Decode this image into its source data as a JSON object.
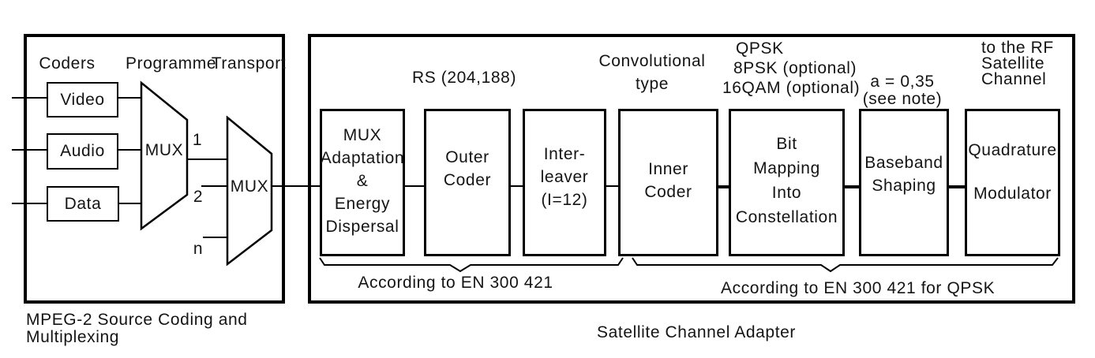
{
  "left_panel": {
    "header": {
      "coders": "Coders",
      "programme": "Programme",
      "transport": "Transport"
    },
    "coder_boxes": [
      {
        "label": "Video"
      },
      {
        "label": "Audio"
      },
      {
        "label": "Data"
      }
    ],
    "programme_mux": {
      "label": "MUX"
    },
    "transport_mux": {
      "label": "MUX",
      "input_labels": [
        "1",
        "2",
        "n"
      ]
    },
    "caption": {
      "line1": "MPEG-2 Source Coding and",
      "line2": "Multiplexing"
    }
  },
  "right_panel": {
    "blocks": [
      {
        "lines": [
          "MUX",
          "Adaptation",
          "&",
          "Energy",
          "Dispersal"
        ]
      },
      {
        "lines": [
          "Outer",
          "Coder"
        ]
      },
      {
        "lines": [
          "Inter-",
          "leaver",
          "(I=12)"
        ]
      },
      {
        "lines": [
          "Inner",
          "Coder"
        ]
      },
      {
        "lines": [
          "Bit",
          "Mapping",
          "Into",
          "Constellation"
        ]
      },
      {
        "lines": [
          "Baseband",
          "Shaping"
        ]
      },
      {
        "lines": [
          "Quadrature",
          "Modulator"
        ]
      }
    ],
    "annotations": {
      "rs": "RS (204,188)",
      "convolutional": {
        "line1": "Convolutional",
        "line2": "type"
      },
      "modulation": {
        "line1": "QPSK",
        "line2": "8PSK (optional)",
        "line3": "16QAM (optional)"
      },
      "rolloff": {
        "line1": "a = 0,35",
        "line2": "(see note)"
      },
      "rf": {
        "line1": "to the RF",
        "line2": "Satellite",
        "line3": "Channel"
      }
    },
    "braces": {
      "left": "According to EN 300 421",
      "right": "According to EN 300 421 for QPSK"
    },
    "caption": "Satellite Channel Adapter"
  },
  "colors": {
    "background": "#ffffff",
    "line": "#000000",
    "text": "#141414"
  }
}
